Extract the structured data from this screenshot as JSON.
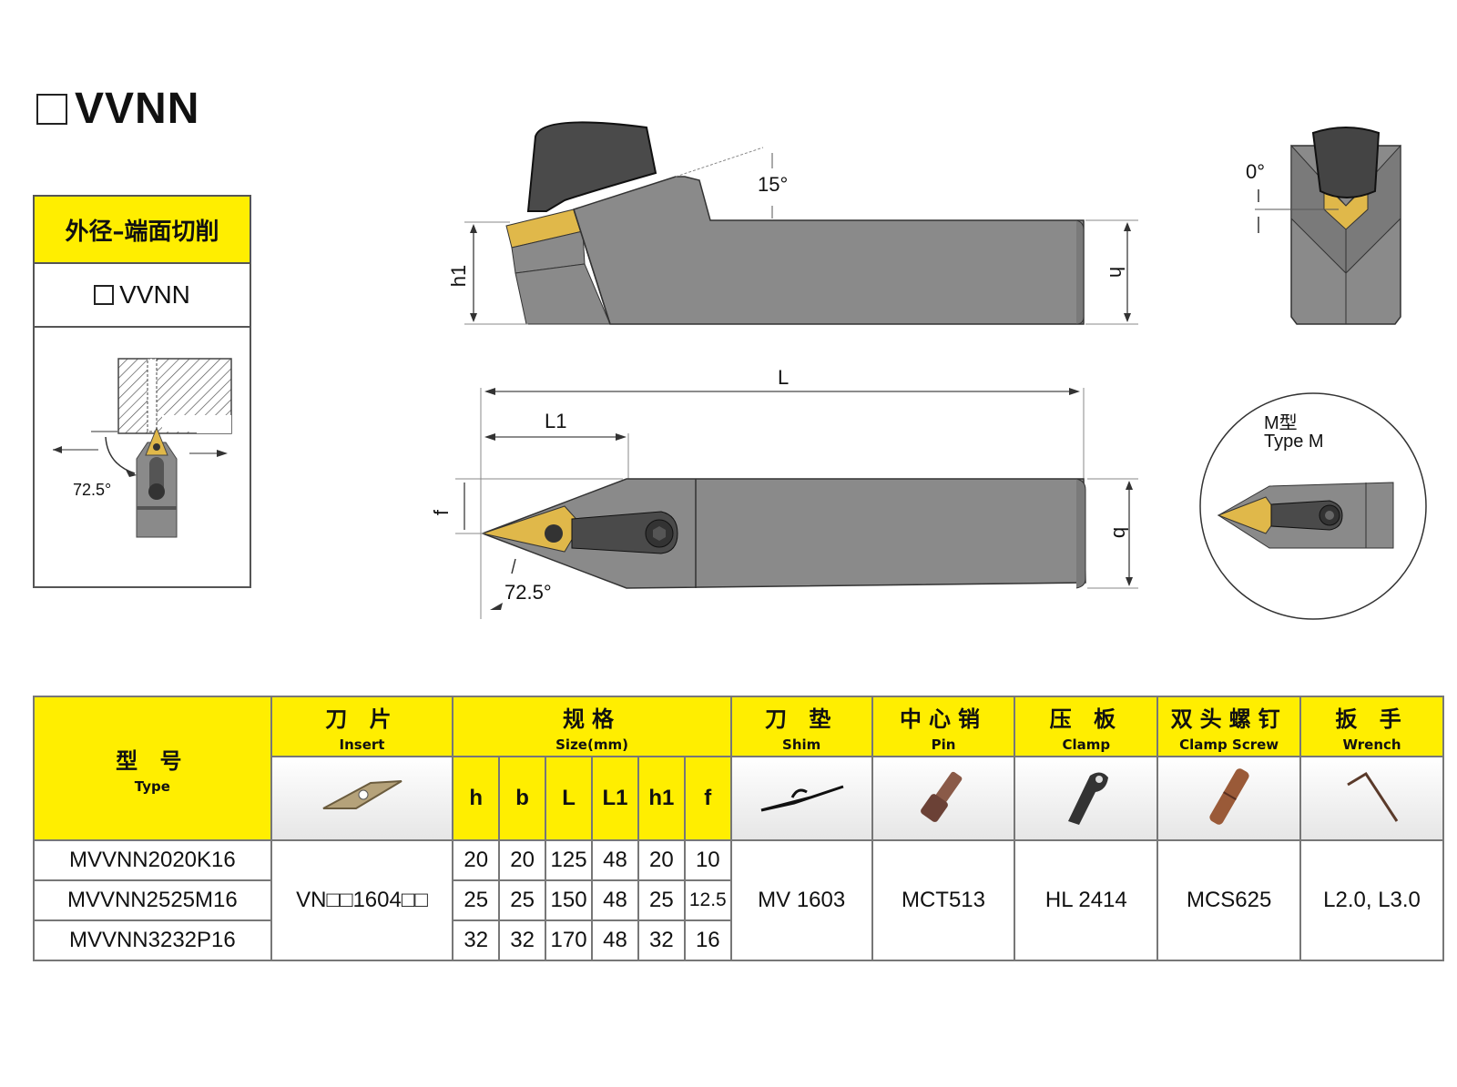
{
  "title": {
    "prefix_box": "□",
    "text": "VVNN"
  },
  "side_card": {
    "header": "外径–端面切削",
    "model": "VVNN",
    "angle_label": "72.5°"
  },
  "diagram": {
    "side_view": {
      "angle_top": "15°",
      "label_h1": "h1",
      "label_h": "h"
    },
    "end_view": {
      "angle": "0°"
    },
    "top_view": {
      "label_L": "L",
      "label_L1": "L1",
      "label_f": "f",
      "label_b": "b",
      "angle": "72.5°"
    },
    "detail": {
      "type_cn": "M型",
      "type_en": "Type M"
    }
  },
  "colors": {
    "header_yellow": "#ffee00",
    "body_gray": "#8a8a8a",
    "insert_gold": "#e0b84a",
    "clamp_dark": "#4a4a4a"
  },
  "table": {
    "type": {
      "cn": "型 号",
      "en": "Type"
    },
    "insert": {
      "cn": "刀 片",
      "en": "Insert"
    },
    "size": {
      "cn": "规格",
      "en": "Size(mm)",
      "columns": [
        "h",
        "b",
        "L",
        "L1",
        "h1",
        "f"
      ]
    },
    "shim": {
      "cn": "刀 垫",
      "en": "Shim"
    },
    "pin": {
      "cn": "中心销",
      "en": "Pin"
    },
    "clamp": {
      "cn": "压 板",
      "en": "Clamp"
    },
    "clamp_screw": {
      "cn": "双头螺钉",
      "en": "Clamp Screw"
    },
    "wrench": {
      "cn": "扳 手",
      "en": "Wrench"
    },
    "rows": [
      {
        "type": "MVVNN2020K16",
        "h": "20",
        "b": "20",
        "L": "125",
        "L1": "48",
        "h1": "20",
        "f": "10"
      },
      {
        "type": "MVVNN2525M16",
        "h": "25",
        "b": "25",
        "L": "150",
        "L1": "48",
        "h1": "25",
        "f": "12.5"
      },
      {
        "type": "MVVNN3232P16",
        "h": "32",
        "b": "32",
        "L": "170",
        "L1": "48",
        "h1": "32",
        "f": "16"
      }
    ],
    "shared": {
      "insert": "VN□□1604□□",
      "shim": "MV 1603",
      "pin": "MCT513",
      "clamp": "HL 2414",
      "clamp_screw": "MCS625",
      "wrench": "L2.0,  L3.0"
    }
  }
}
